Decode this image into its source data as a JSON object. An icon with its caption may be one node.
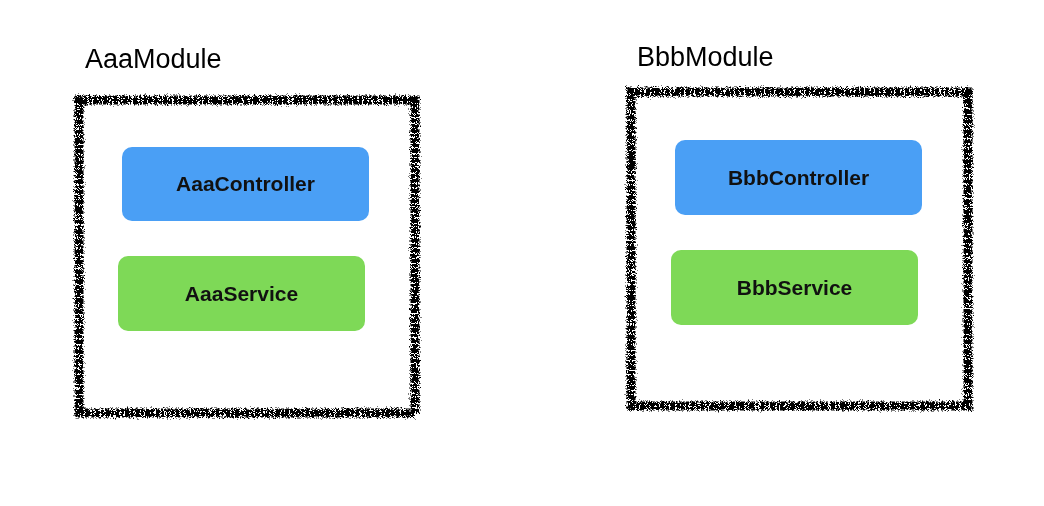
{
  "diagram": {
    "nodes": [
      {
        "text": [
          "AaaModule"
        ]
      },
      {
        "text": [
          "AaaController"
        ],
        "in": 0
      },
      {
        "text": [
          "AaaService"
        ],
        "in": 0
      },
      {
        "text": [
          "BbbModule"
        ]
      },
      {
        "text": [
          "BbbController"
        ],
        "in": 3
      },
      {
        "text": [
          "BbbService"
        ],
        "in": 3
      }
    ]
  }
}
